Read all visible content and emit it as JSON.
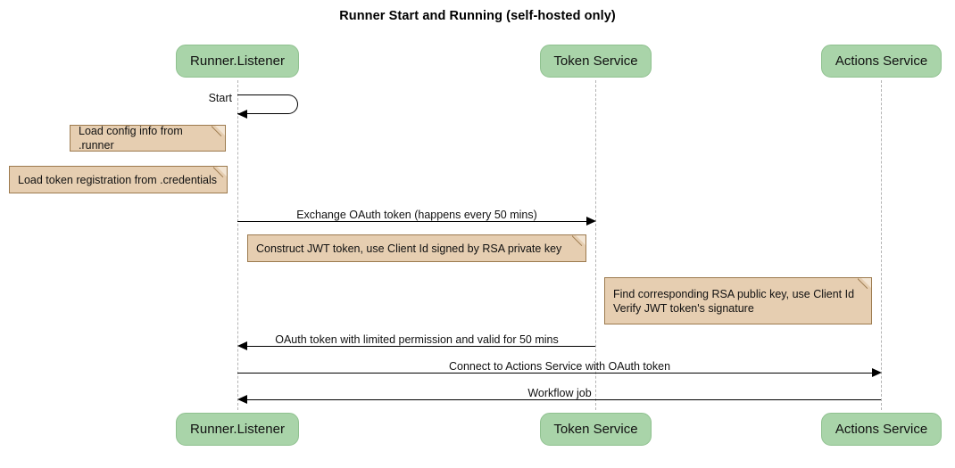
{
  "diagram": {
    "type": "sequence-diagram",
    "title": "Runner Start and Running (self-hosted only)",
    "colors": {
      "participant_fill": "#a9d4a9",
      "participant_border": "#8fc18f",
      "note_fill": "#e6ceb1",
      "note_border": "#9c7a4e",
      "lifeline": "#b4b4b4",
      "arrow": "#000000",
      "background": "#ffffff"
    },
    "participants": [
      {
        "id": "runner",
        "label": "Runner.Listener"
      },
      {
        "id": "token",
        "label": "Token Service"
      },
      {
        "id": "actions",
        "label": "Actions Service"
      }
    ],
    "messages": [
      {
        "id": "m1",
        "label": "Start",
        "from": "runner",
        "to": "runner",
        "kind": "self"
      },
      {
        "id": "m2",
        "label": "Exchange OAuth token (happens every 50 mins)",
        "from": "runner",
        "to": "token",
        "kind": "sync"
      },
      {
        "id": "m3",
        "label": "OAuth token with limited permission and valid for 50 mins",
        "from": "token",
        "to": "runner",
        "kind": "return"
      },
      {
        "id": "m4",
        "label": "Connect to Actions Service with OAuth token",
        "from": "runner",
        "to": "actions",
        "kind": "sync"
      },
      {
        "id": "m5",
        "label": "Workflow job",
        "from": "actions",
        "to": "runner",
        "kind": "return"
      }
    ],
    "notes": [
      {
        "id": "n1",
        "text": "Load config info from .runner",
        "attached_to": "runner"
      },
      {
        "id": "n2",
        "text": "Load token registration from .credentials",
        "attached_to": "runner"
      },
      {
        "id": "n3",
        "text": "Construct JWT token, use Client Id signed by RSA private key",
        "attached_to": "runner"
      },
      {
        "id": "n4",
        "text": "Find corresponding RSA public key, use Client Id\nVerify JWT token's signature",
        "attached_to": "token"
      }
    ]
  }
}
